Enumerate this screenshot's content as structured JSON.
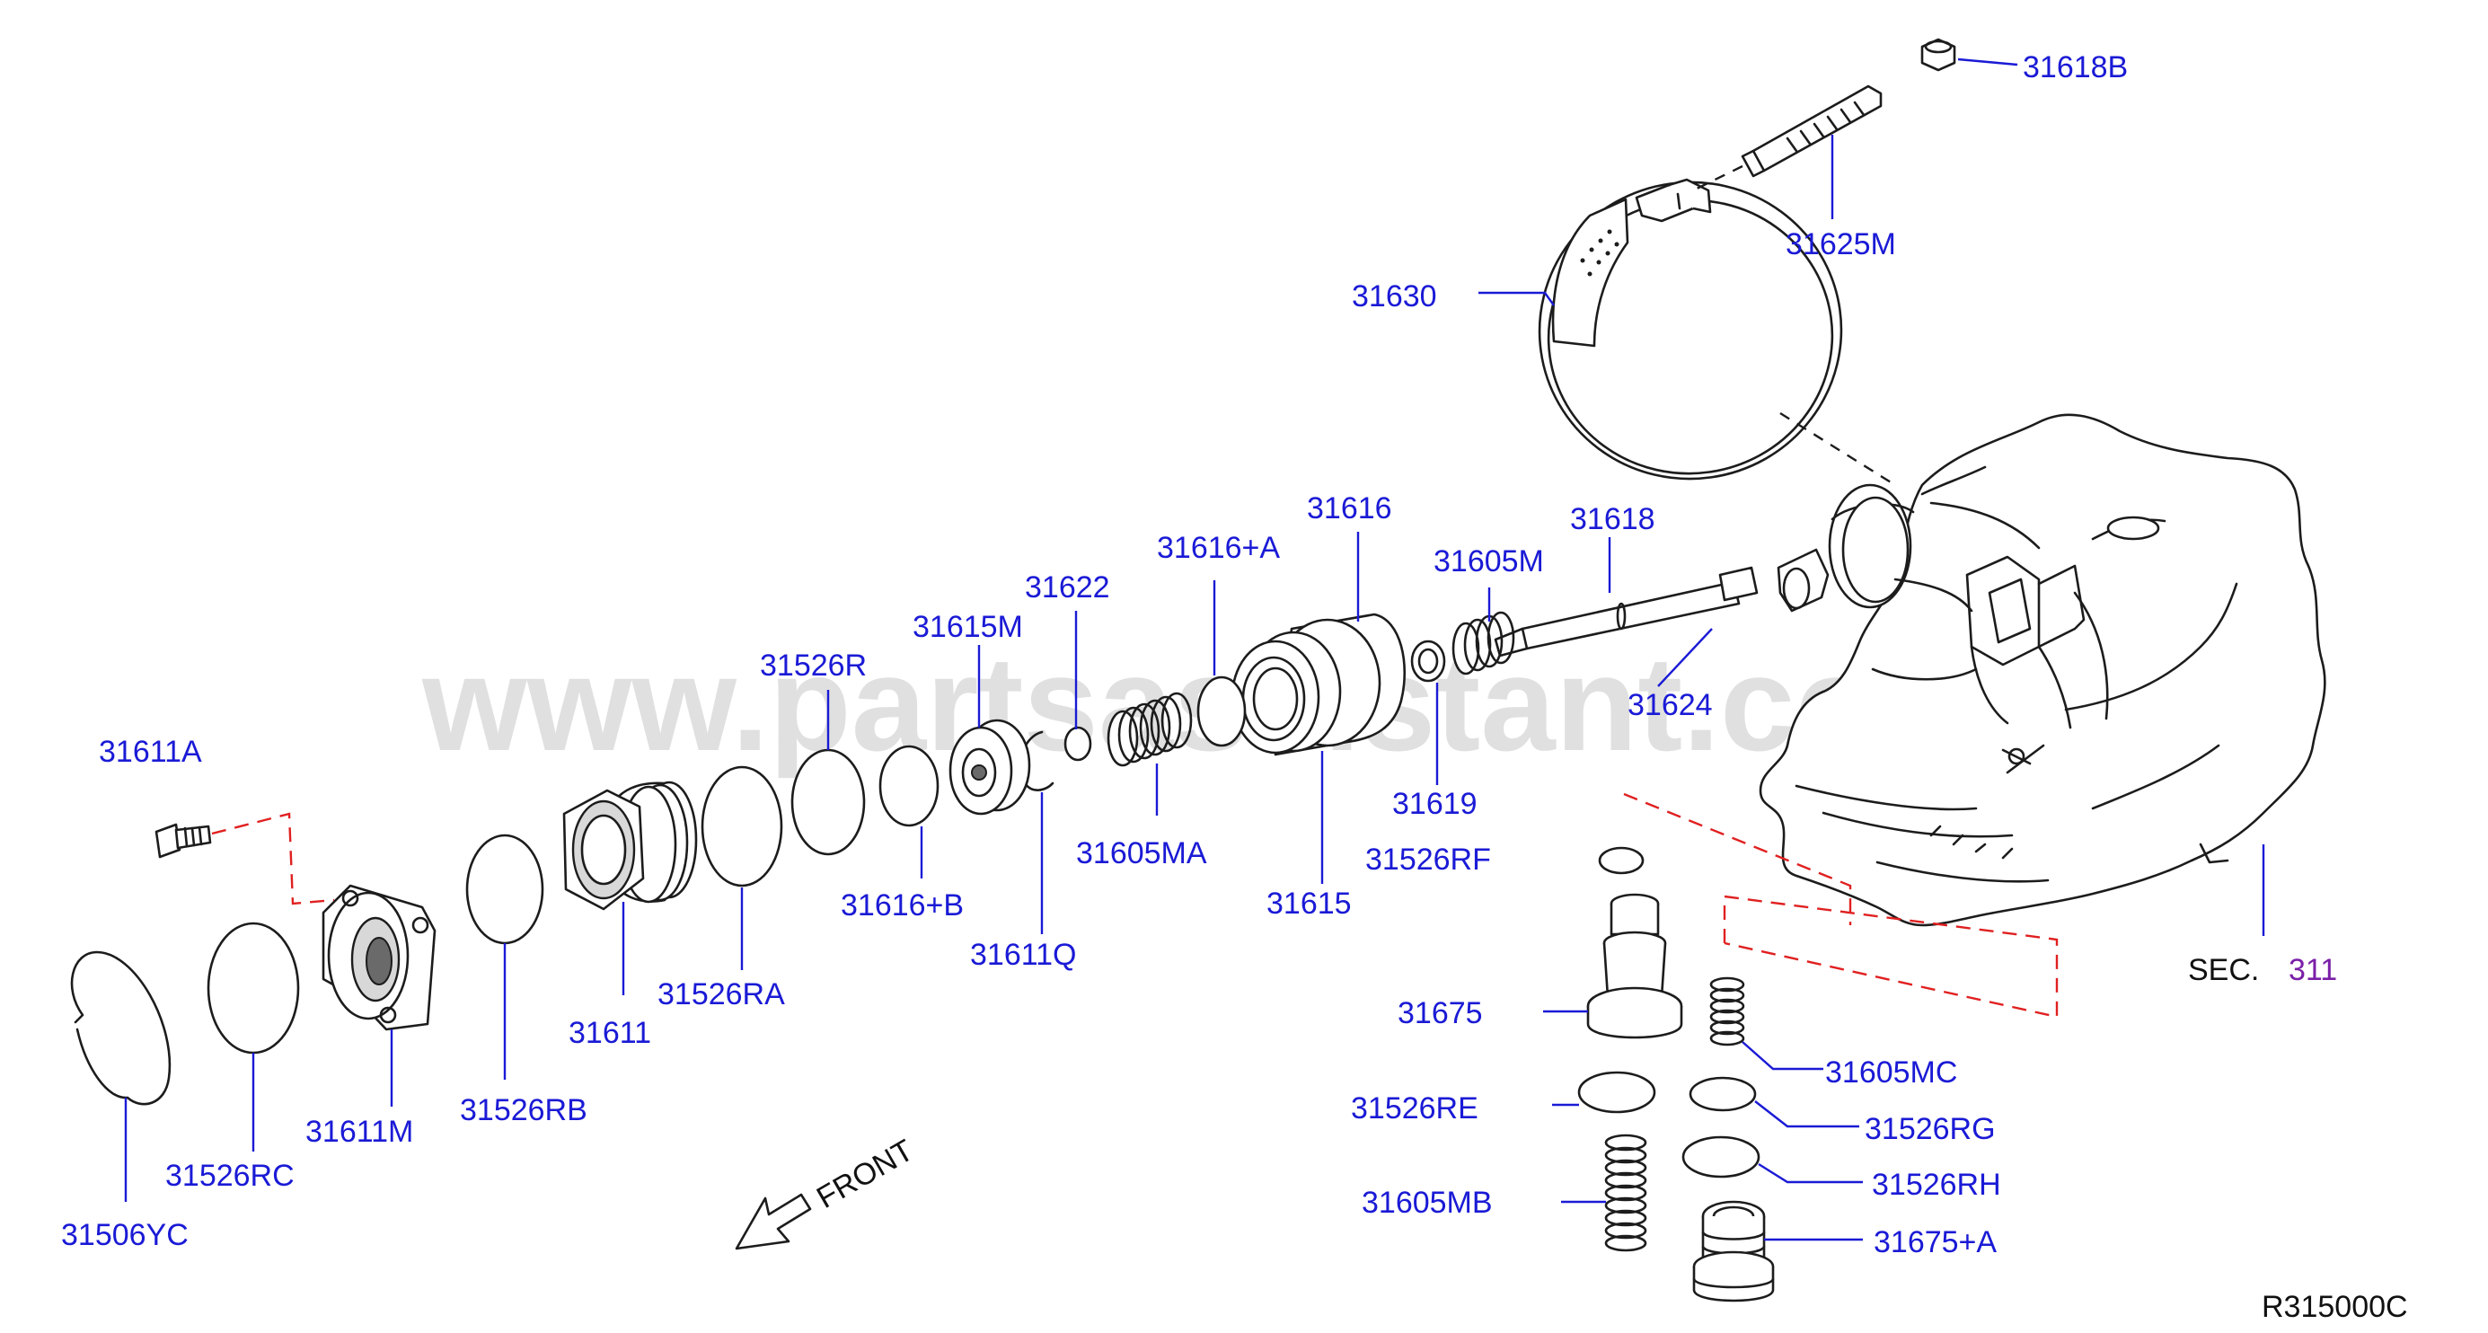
{
  "watermark": "www.partsassistant.com",
  "drawing_code": "R315000C",
  "section_ref": {
    "prefix": "SEC.",
    "number": "311"
  },
  "front_label": "FRONT",
  "parts": {
    "p31618B": "31618B",
    "p31625M": "31625M",
    "p31630": "31630",
    "p31616": "31616",
    "p31618": "31618",
    "p31616A": "31616+A",
    "p31605M": "31605M",
    "p31622": "31622",
    "p31615M": "31615M",
    "p31526R": "31526R",
    "p31624": "31624",
    "p31611A": "31611A",
    "p31619": "31619",
    "p31605MA": "31605MA",
    "p31526RF": "31526RF",
    "p31616B": "31616+B",
    "p31615": "31615",
    "p31611Q": "31611Q",
    "p31526RA": "31526RA",
    "p31675": "31675",
    "p31611": "31611",
    "p31605MC": "31605MC",
    "p31526RB": "31526RB",
    "p31526RE": "31526RE",
    "p31611M": "31611M",
    "p31526RG": "31526RG",
    "p31526RC": "31526RC",
    "p31526RH": "31526RH",
    "p31605MB": "31605MB",
    "p31506YC": "31506YC",
    "p31675A": "31675+A"
  }
}
